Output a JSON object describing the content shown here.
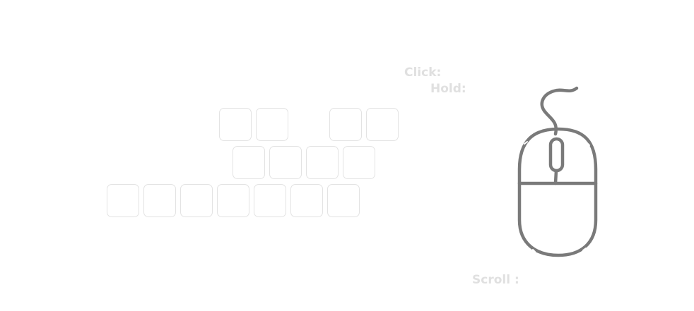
{
  "labels": {
    "click": "Click:",
    "hold": "Hold:",
    "scroll": "Scroll :"
  },
  "keyboard": {
    "row1_keys": 4,
    "row2_keys": 4,
    "row3_keys": 7,
    "key_labels": []
  },
  "mouse": {
    "icon": "computer-mouse-icon",
    "stroke_color": "#7a7a7a"
  },
  "colors": {
    "label": "#e0e0e0",
    "key_border": "#e3e3e3",
    "background": "#ffffff"
  }
}
